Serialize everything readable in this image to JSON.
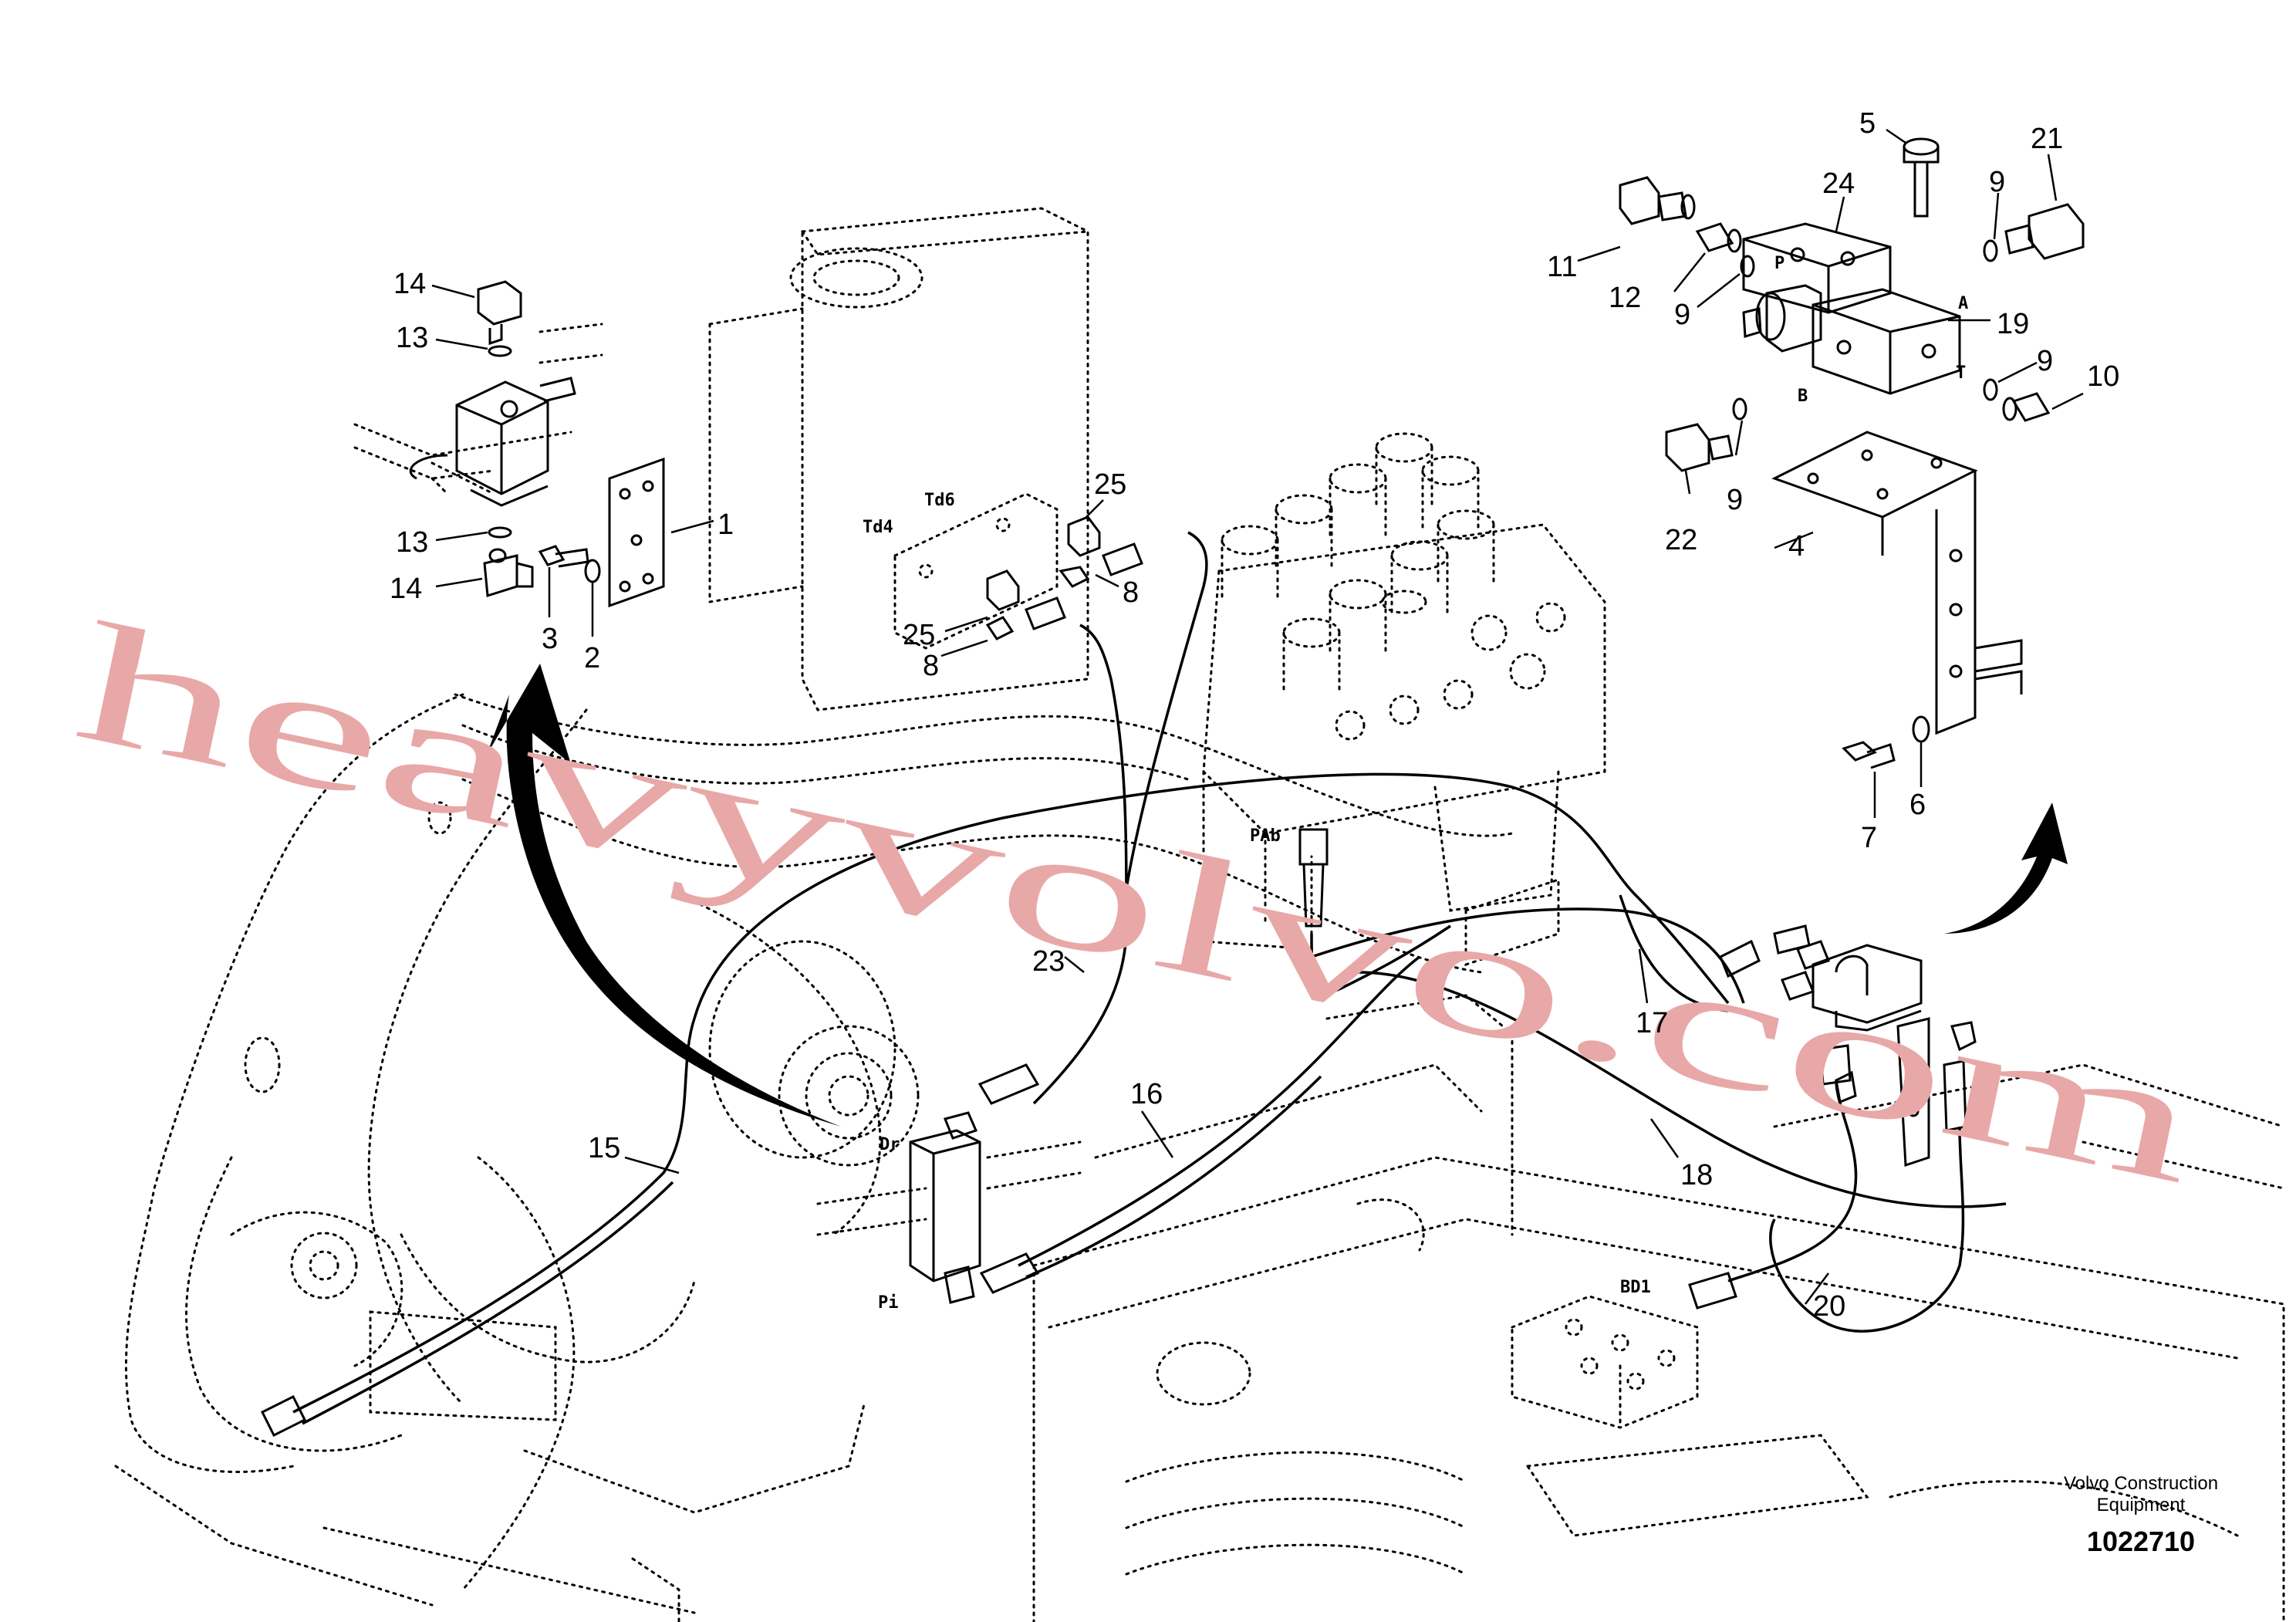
{
  "diagram": {
    "watermark": "heavyvolvo.com",
    "footer": {
      "brand_line1": "Volvo Construction",
      "brand_line2": "Equipment",
      "drawing_number": "1022710"
    },
    "callouts": [
      {
        "id": "c14a",
        "text": "14"
      },
      {
        "id": "c13a",
        "text": "13"
      },
      {
        "id": "c1",
        "text": "1"
      },
      {
        "id": "c13b",
        "text": "13"
      },
      {
        "id": "c14b",
        "text": "14"
      },
      {
        "id": "c3",
        "text": "3"
      },
      {
        "id": "c2",
        "text": "2"
      },
      {
        "id": "c25a",
        "text": "25"
      },
      {
        "id": "c25b",
        "text": "25"
      },
      {
        "id": "c8a",
        "text": "8"
      },
      {
        "id": "c8b",
        "text": "8"
      },
      {
        "id": "c5",
        "text": "5"
      },
      {
        "id": "c24",
        "text": "24"
      },
      {
        "id": "c21",
        "text": "21"
      },
      {
        "id": "c9a",
        "text": "9"
      },
      {
        "id": "c11",
        "text": "11"
      },
      {
        "id": "c12",
        "text": "12"
      },
      {
        "id": "c9b",
        "text": "9"
      },
      {
        "id": "c19",
        "text": "19"
      },
      {
        "id": "c9c",
        "text": "9"
      },
      {
        "id": "c10",
        "text": "10"
      },
      {
        "id": "c9d",
        "text": "9"
      },
      {
        "id": "c22",
        "text": "22"
      },
      {
        "id": "c4",
        "text": "4"
      },
      {
        "id": "c7",
        "text": "7"
      },
      {
        "id": "c6",
        "text": "6"
      },
      {
        "id": "c17",
        "text": "17"
      },
      {
        "id": "c16",
        "text": "16"
      },
      {
        "id": "c15",
        "text": "15"
      },
      {
        "id": "c18",
        "text": "18"
      },
      {
        "id": "c20",
        "text": "20"
      },
      {
        "id": "c23",
        "text": "23"
      }
    ],
    "ports": [
      {
        "id": "td6",
        "text": "Td6"
      },
      {
        "id": "td4",
        "text": "Td4"
      },
      {
        "id": "pab",
        "text": "PAb"
      },
      {
        "id": "dr",
        "text": "Dr"
      },
      {
        "id": "pi",
        "text": "Pi"
      },
      {
        "id": "bd1",
        "text": "BD1"
      },
      {
        "id": "p",
        "text": "P"
      },
      {
        "id": "a",
        "text": "A"
      },
      {
        "id": "t",
        "text": "T"
      },
      {
        "id": "b",
        "text": "B"
      }
    ]
  }
}
